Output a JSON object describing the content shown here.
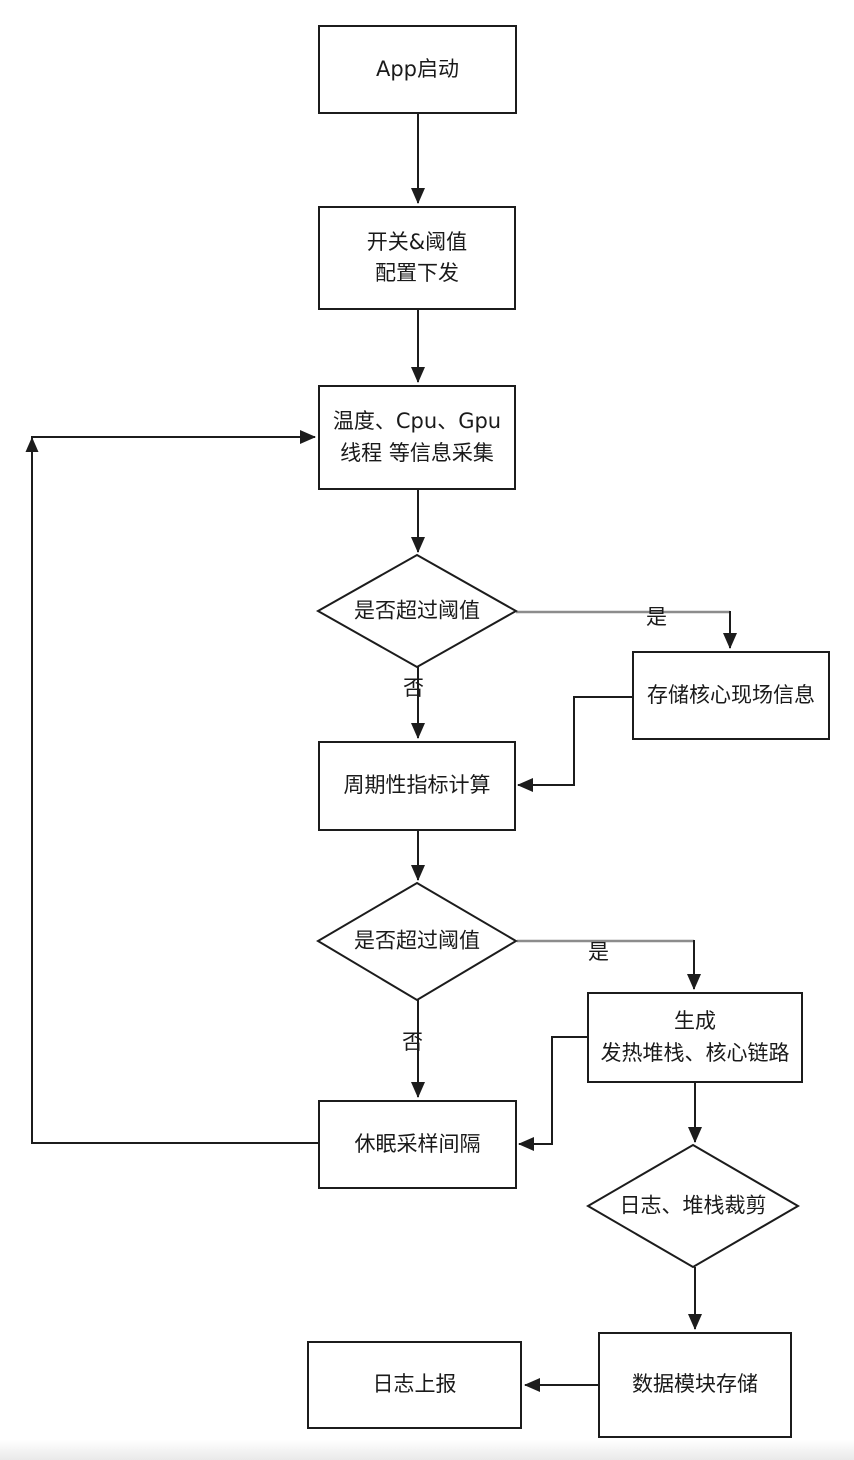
{
  "flowchart": {
    "nodes": {
      "app_start": "App启动",
      "config_push": "开关&阈值\n配置下发",
      "info_collect": "温度、Cpu、Gpu\n线程 等信息采集",
      "threshold_check_1": "是否超过阈值",
      "store_core_info": "存储核心现场信息",
      "periodic_calc": "周期性指标计算",
      "threshold_check_2": "是否超过阈值",
      "generate_stack": "生成\n发热堆栈、核心链路",
      "sleep_interval": "休眠采样间隔",
      "log_stack_trim": "日志、堆栈裁剪",
      "data_module_store": "数据模块存储",
      "log_report": "日志上报"
    },
    "edge_labels": {
      "yes_1": "是",
      "no_1": "否",
      "yes_2": "是",
      "no_2": "否"
    },
    "colors": {
      "line": "#1c1c1c",
      "gray_line": "#8c8c8c",
      "background": "#ffffff",
      "text": "#1a1a1a"
    }
  }
}
